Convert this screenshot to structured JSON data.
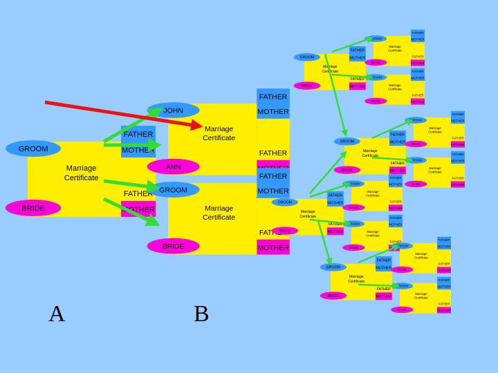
{
  "colors": {
    "background": "#99ccff",
    "certificate": "#ffee00",
    "groom_side": "#3399ff",
    "bride_side": "#ff00dd",
    "arrow": "#33dd33",
    "pointer": "#ee1111"
  },
  "labels": {
    "groom": "GROOM",
    "bride": "BRIDE",
    "father": "FATHER",
    "mother": "MOTHER",
    "certificate": "Marriage Certificate",
    "john": "JOHN",
    "ann": "ANN"
  },
  "captions": {
    "a": "A",
    "b": "B"
  },
  "tree": {
    "root": {
      "groom": "GROOM",
      "bride": "BRIDE"
    },
    "groom_parents": {
      "groom": "JOHN",
      "bride": "ANN"
    },
    "bride_parents": {
      "groom": "GROOM",
      "bride": "BRIDE"
    }
  }
}
